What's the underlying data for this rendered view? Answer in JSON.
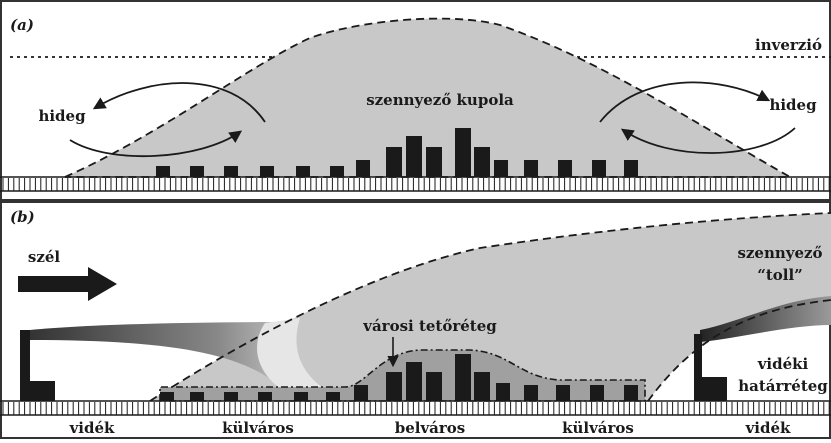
{
  "panel_a": {
    "label": "(a)",
    "inversion_label": "inverzió",
    "dome_label": "szennyező kupola",
    "cold_left": "hideg",
    "cold_right": "hideg"
  },
  "panel_b": {
    "label": "(b)",
    "wind_label": "szél",
    "plume_label_line1": "szennyező",
    "plume_label_line2": "“toll”",
    "canopy_label": "városi tetőréteg",
    "rural_layer_line1": "vidéki",
    "rural_layer_line2": "határréteg"
  },
  "zones": [
    "vidék",
    "külváros",
    "belváros",
    "külváros",
    "vidék"
  ],
  "colors": {
    "pollution": "#c8c8c8",
    "canopy": "#a0a0a0",
    "building": "#1a1a1a",
    "frame": "#333333"
  }
}
